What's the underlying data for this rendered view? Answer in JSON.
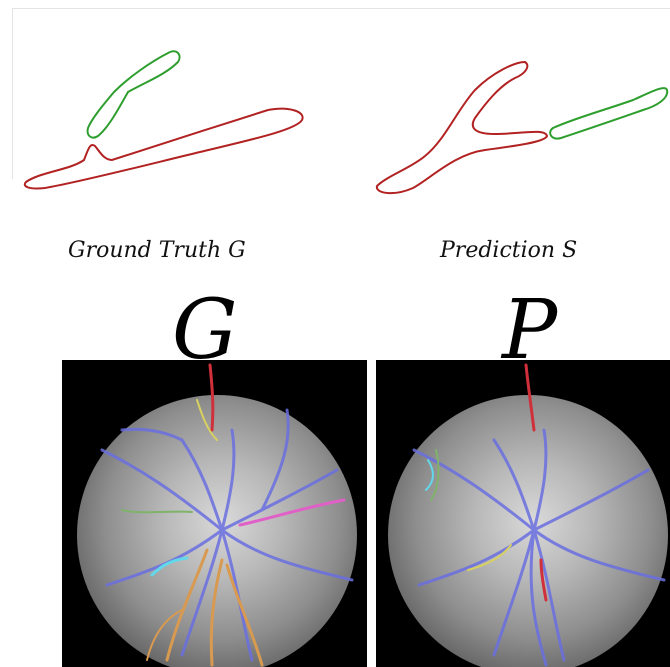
{
  "top": {
    "left_caption": "Ground Truth G",
    "right_caption": "Prediction S"
  },
  "bottom": {
    "left_letter": "G",
    "right_letter": "P"
  },
  "colors": {
    "red_shape": "#b22222",
    "green_shape": "#2e9e2e",
    "vessel_blue": "#6a6fe0",
    "vessel_red": "#d0303a",
    "vessel_yellow": "#d8d060",
    "vessel_green": "#7fb36a",
    "vessel_cyan": "#62d8ea",
    "vessel_magenta": "#e060c8",
    "vessel_orange": "#d89a50"
  },
  "icons": [
    "retina-fundus-image-ground-truth",
    "retina-fundus-image-prediction"
  ]
}
